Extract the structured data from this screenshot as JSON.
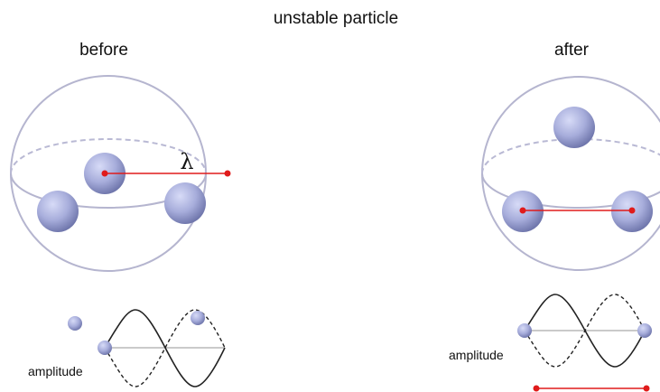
{
  "title": "unstable particle",
  "panels": {
    "before": {
      "label": "before",
      "wavelength_symbol": "λ",
      "amplitude_label": "amplitude"
    },
    "after": {
      "label": "after",
      "amplitude_label": "amplitude"
    }
  },
  "colors": {
    "sphere_outline": "#b5b5cf",
    "ball_fill": "#a7addb",
    "ball_dark": "#6d74aa",
    "marker_red": "#e01b1b",
    "wave_line": "#222222",
    "baseline": "#b9b9b9"
  }
}
